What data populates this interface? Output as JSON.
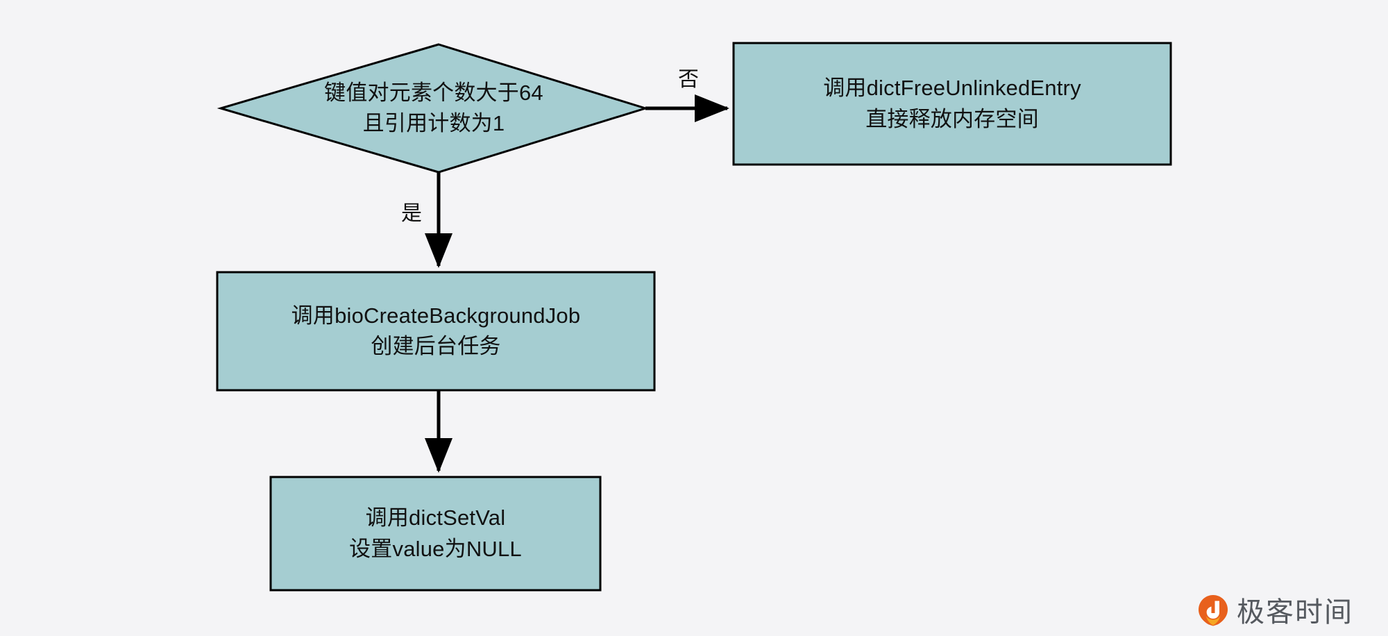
{
  "diagram": {
    "type": "flowchart",
    "background_color": "#f4f4f6",
    "node_fill_color": "#a5cdd1",
    "node_border_color": "#000000",
    "text_color": "#111111",
    "nodes": [
      {
        "id": "decision",
        "shape": "diamond",
        "lines": [
          "键值对元素个数大于64",
          "且引用计数为1"
        ]
      },
      {
        "id": "free-direct",
        "shape": "rectangle",
        "lines": [
          "调用dictFreeUnlinkedEntry",
          "直接释放内存空间"
        ]
      },
      {
        "id": "bio-job",
        "shape": "rectangle",
        "lines": [
          "调用bioCreateBackgroundJob",
          "创建后台任务"
        ]
      },
      {
        "id": "set-null",
        "shape": "rectangle",
        "lines": [
          "调用dictSetVal",
          "设置value为NULL"
        ]
      }
    ],
    "edges": [
      {
        "id": "edge-no",
        "from": "decision",
        "to": "free-direct",
        "label": "否"
      },
      {
        "id": "edge-yes",
        "from": "decision",
        "to": "bio-job",
        "label": "是"
      },
      {
        "id": "edge-next",
        "from": "bio-job",
        "to": "set-null",
        "label": ""
      }
    ]
  },
  "watermark": {
    "brand": "极客时间",
    "icon": "geektime-logo-icon",
    "icon_color": "#e8601c",
    "text_color": "#55595f"
  }
}
